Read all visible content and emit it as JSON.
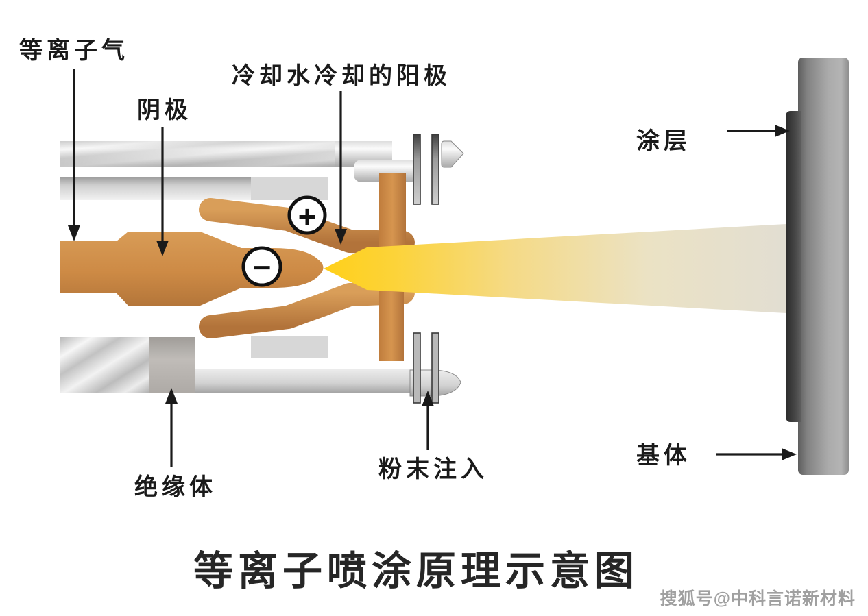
{
  "diagram": {
    "title": "等离子喷涂原理示意图",
    "watermark": "搜狐号@中科言诺新材料",
    "labels": {
      "plasma_gas": "等离子气",
      "cathode": "阴极",
      "anode": "冷却水冷却的阳极",
      "coating": "涂层",
      "substrate": "基体",
      "insulator": "绝缘体",
      "powder_injection": "粉末注入"
    },
    "symbols": {
      "anode_polarity": "+",
      "cathode_polarity": "−"
    },
    "colors": {
      "copper_electrode": "#cd8a45",
      "metal_gray": "#c9c9c9",
      "insulator_gray": "#b3afab",
      "flame_core_yellow": "#ffd120",
      "flame_fade": "#e3dfd3",
      "substrate_gray": "#9a9a9a",
      "coating_dark": "#3e3e3e",
      "label_black": "#1a1a1a",
      "watermark_gray": "#9b9b9b",
      "background": "#ffffff"
    }
  }
}
